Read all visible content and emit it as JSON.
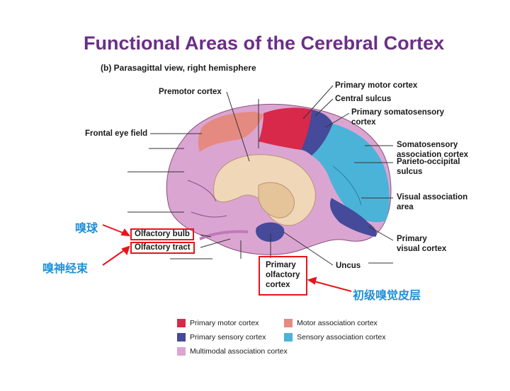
{
  "title": "Functional Areas of the Cerebral Cortex",
  "subtitle": "(b) Parasagittal view, right hemisphere",
  "labels": {
    "premotor_cortex": "Premotor cortex",
    "frontal_eye_field": "Frontal eye field",
    "primary_motor_cortex": "Primary motor cortex",
    "central_sulcus": "Central sulcus",
    "primary_somatosensory_cortex_line1": "Primary somatosensory",
    "primary_somatosensory_cortex_line2": "cortex",
    "somatosensory_association_line1": "Somatosensory",
    "somatosensory_association_line2": "association cortex",
    "parieto_occipital_line1": "Parieto-occipital",
    "parieto_occipital_line2": "sulcus",
    "visual_association_line1": "Visual association",
    "visual_association_line2": "area",
    "primary_visual_line1": "Primary",
    "primary_visual_line2": "visual cortex",
    "uncus": "Uncus",
    "olfactory_bulb": "Olfactory bulb",
    "olfactory_tract": "Olfactory tract",
    "primary_olfactory_line1": "Primary",
    "primary_olfactory_line2": "olfactory",
    "primary_olfactory_line3": "cortex"
  },
  "annotations_cn": {
    "olfactory_bulb": "嗅球",
    "olfactory_tract": "嗅神经束",
    "primary_olfactory_cortex": "初级嗅觉皮层"
  },
  "legend": [
    {
      "label": "Primary motor cortex",
      "color": "#d8294a"
    },
    {
      "label": "Motor association cortex",
      "color": "#e58a80"
    },
    {
      "label": "Primary sensory cortex",
      "color": "#454a9a"
    },
    {
      "label": "Sensory association cortex",
      "color": "#4bb3d8"
    },
    {
      "label": "Multimodal association cortex",
      "color": "#dba5d2"
    }
  ],
  "colors": {
    "title": "#6b2f86",
    "highlight_box": "#e8141c",
    "annotation_text": "#1e8fd6"
  }
}
